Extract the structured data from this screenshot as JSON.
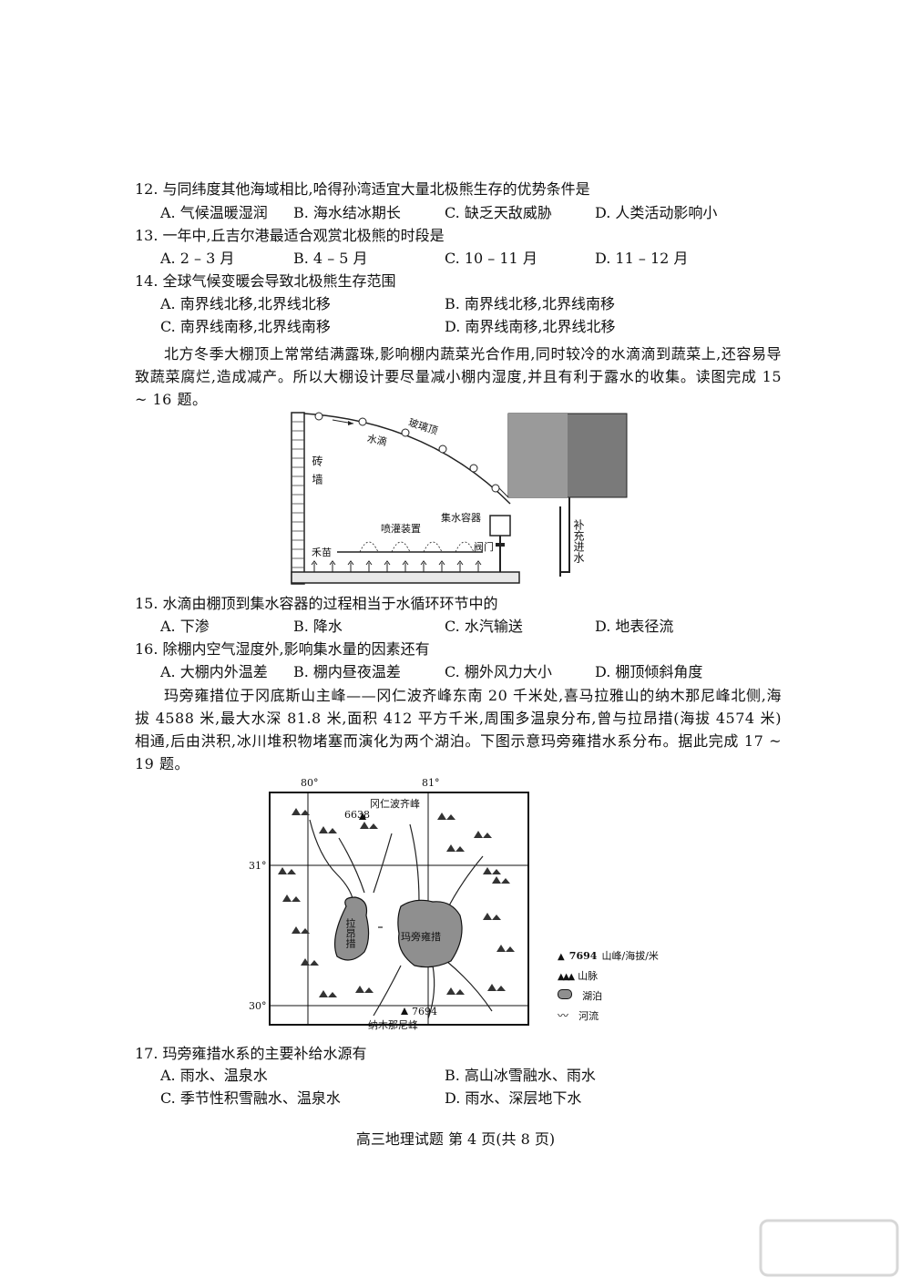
{
  "q12": {
    "stem": "12. 与同纬度其他海域相比,哈得孙湾适宜大量北极熊生存的优势条件是",
    "options": [
      "A. 气候温暖湿润",
      "B. 海水结冰期长",
      "C. 缺乏天敌威胁",
      "D. 人类活动影响小"
    ]
  },
  "q13": {
    "stem": "13. 一年中,丘吉尔港最适合观赏北极熊的时段是",
    "options": [
      "A. 2 – 3 月",
      "B. 4 – 5 月",
      "C. 10 – 11 月",
      "D. 11 – 12 月"
    ]
  },
  "q14": {
    "stem": "14. 全球气候变暖会导致北极熊生存范围",
    "options": [
      "A. 南界线北移,北界线北移",
      "B. 南界线北移,北界线南移",
      "C. 南界线南移,北界线南移",
      "D. 南界线南移,北界线北移"
    ]
  },
  "passage1": "北方冬季大棚顶上常常结满露珠,影响棚内蔬菜光合作用,同时较冷的水滴滴到蔬菜上,还容易导致蔬菜腐烂,造成减产。所以大棚设计要尽量减小棚内湿度,并且有利于露水的收集。读图完成 15 ~ 16 题。",
  "greenhouse": {
    "brick_wall": "砖墙",
    "water_drops": "水滴",
    "glass_roof": "玻璃顶",
    "sprinkler": "喷灌装置",
    "collector": "集水容器",
    "valve": "阀门",
    "seedlings": "禾苗",
    "refill": "补充进水"
  },
  "q15": {
    "stem": "15. 水滴由棚顶到集水容器的过程相当于水循环环节中的",
    "options": [
      "A. 下渗",
      "B. 降水",
      "C. 水汽输送",
      "D. 地表径流"
    ]
  },
  "q16": {
    "stem": "16. 除棚内空气湿度外,影响集水量的因素还有",
    "options": [
      "A. 大棚内外温差",
      "B. 棚内昼夜温差",
      "C. 棚外风力大小",
      "D. 棚顶倾斜角度"
    ]
  },
  "passage2": "玛旁雍措位于冈底斯山主峰——冈仁波齐峰东南 20 千米处,喜马拉雅山的纳木那尼峰北侧,海拔 4588 米,最大水深 81.8 米,面积 412 平方千米,周围多温泉分布,曾与拉昂措(海拔 4574 米)相通,后由洪积,冰川堆积物堵塞而演化为两个湖泊。下图示意玛旁雍措水系分布。据此完成 17 ~ 19 题。",
  "map": {
    "lon_80": "80°",
    "lon_81": "81°",
    "lat_31": "31°",
    "lat_30": "30°",
    "peak_north_name": "冈仁波齐峰",
    "peak_north_alt": "6638",
    "peak_south_name": "纳木那尼峰",
    "peak_south_alt": "7694",
    "lake_west": "拉昂措",
    "lake_east": "玛旁雍措",
    "legend": {
      "peak_alt": "7694",
      "peak": "山峰/海拔/米",
      "mountains": "山脉",
      "lake": "湖泊",
      "river": "河流"
    }
  },
  "q17": {
    "stem": "17. 玛旁雍措水系的主要补给水源有",
    "options": [
      "A. 雨水、温泉水",
      "B. 高山冰雪融水、雨水",
      "C. 季节性积雪融水、温泉水",
      "D. 雨水、深层地下水"
    ]
  },
  "footer": "高三地理试题   第 4 页(共 8 页)"
}
